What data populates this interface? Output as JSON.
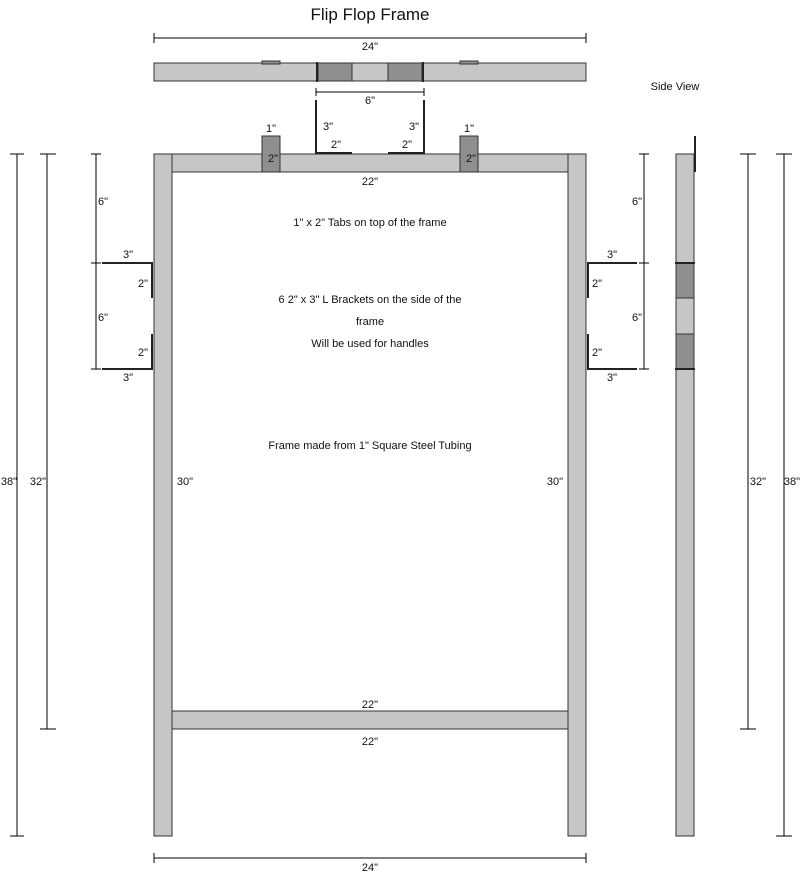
{
  "title": "Flip Flop Frame",
  "side_view_label": "Side View",
  "notes": {
    "tabs": "1\" x 2\" Tabs on top of the frame",
    "brackets_line1": "6  2\" x 3\" L Brackets on the side of the",
    "brackets_line2": "frame",
    "handles": "Will be used for handles",
    "material": "Frame made from 1\" Square Steel Tubing"
  },
  "dims": {
    "top_width": "24\"",
    "bottom_width": "24\"",
    "bracket_spacing_top": "6\"",
    "top_bar": "22\"",
    "cross_bar_top": "22\"",
    "cross_bar_bottom": "22\"",
    "tab_left_w": "1\"",
    "tab_left_h": "2\"",
    "tab_right_w": "1\"",
    "tab_right_h": "2\"",
    "bracket_left_h": "3\"",
    "bracket_left_w": "2\"",
    "bracket_right_h": "3\"",
    "bracket_right_w": "2\"",
    "left_6_top": "6\"",
    "left_6_mid": "6\"",
    "left_3_top": "3\"",
    "left_2_top": "2\"",
    "left_2_bot": "2\"",
    "left_3_bot": "3\"",
    "right_6_top": "6\"",
    "right_6_mid": "6\"",
    "right_3_top": "3\"",
    "right_2_top": "2\"",
    "right_2_bot": "2\"",
    "right_3_bot": "3\"",
    "left_leg": "30\"",
    "right_leg": "30\"",
    "left_38": "38\"",
    "left_32": "32\"",
    "right_32": "32\"",
    "right_38": "38\""
  },
  "colors": {
    "tube": "#c6c6c6",
    "tab": "#8f8f8f",
    "outline": "#333333"
  }
}
